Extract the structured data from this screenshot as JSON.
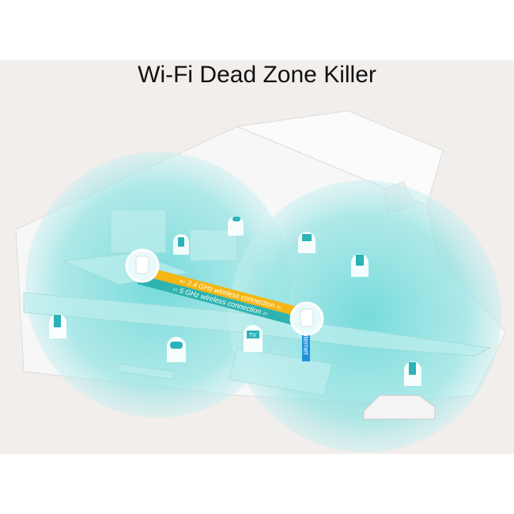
{
  "title": "Wi-Fi Dead Zone Killer",
  "links": {
    "band_24": "«‹ 2.4 GHz wireless connection ››",
    "band_5": "‹‹ 5 GHz wireless connection ››",
    "internet": "Internet",
    "tv_label": "TV"
  },
  "colors": {
    "background": "#f1eeec",
    "coverage": "#7fdcdc",
    "band_24": "#f5b514",
    "band_5": "#2fb3b0",
    "internet": "#1f8fe0"
  },
  "device_icons": [
    "cloud-icon",
    "tablet-icon",
    "desktop-icon",
    "tablet-icon",
    "phone-icon",
    "gamepad-icon",
    "tv-icon",
    "phone-icon"
  ]
}
